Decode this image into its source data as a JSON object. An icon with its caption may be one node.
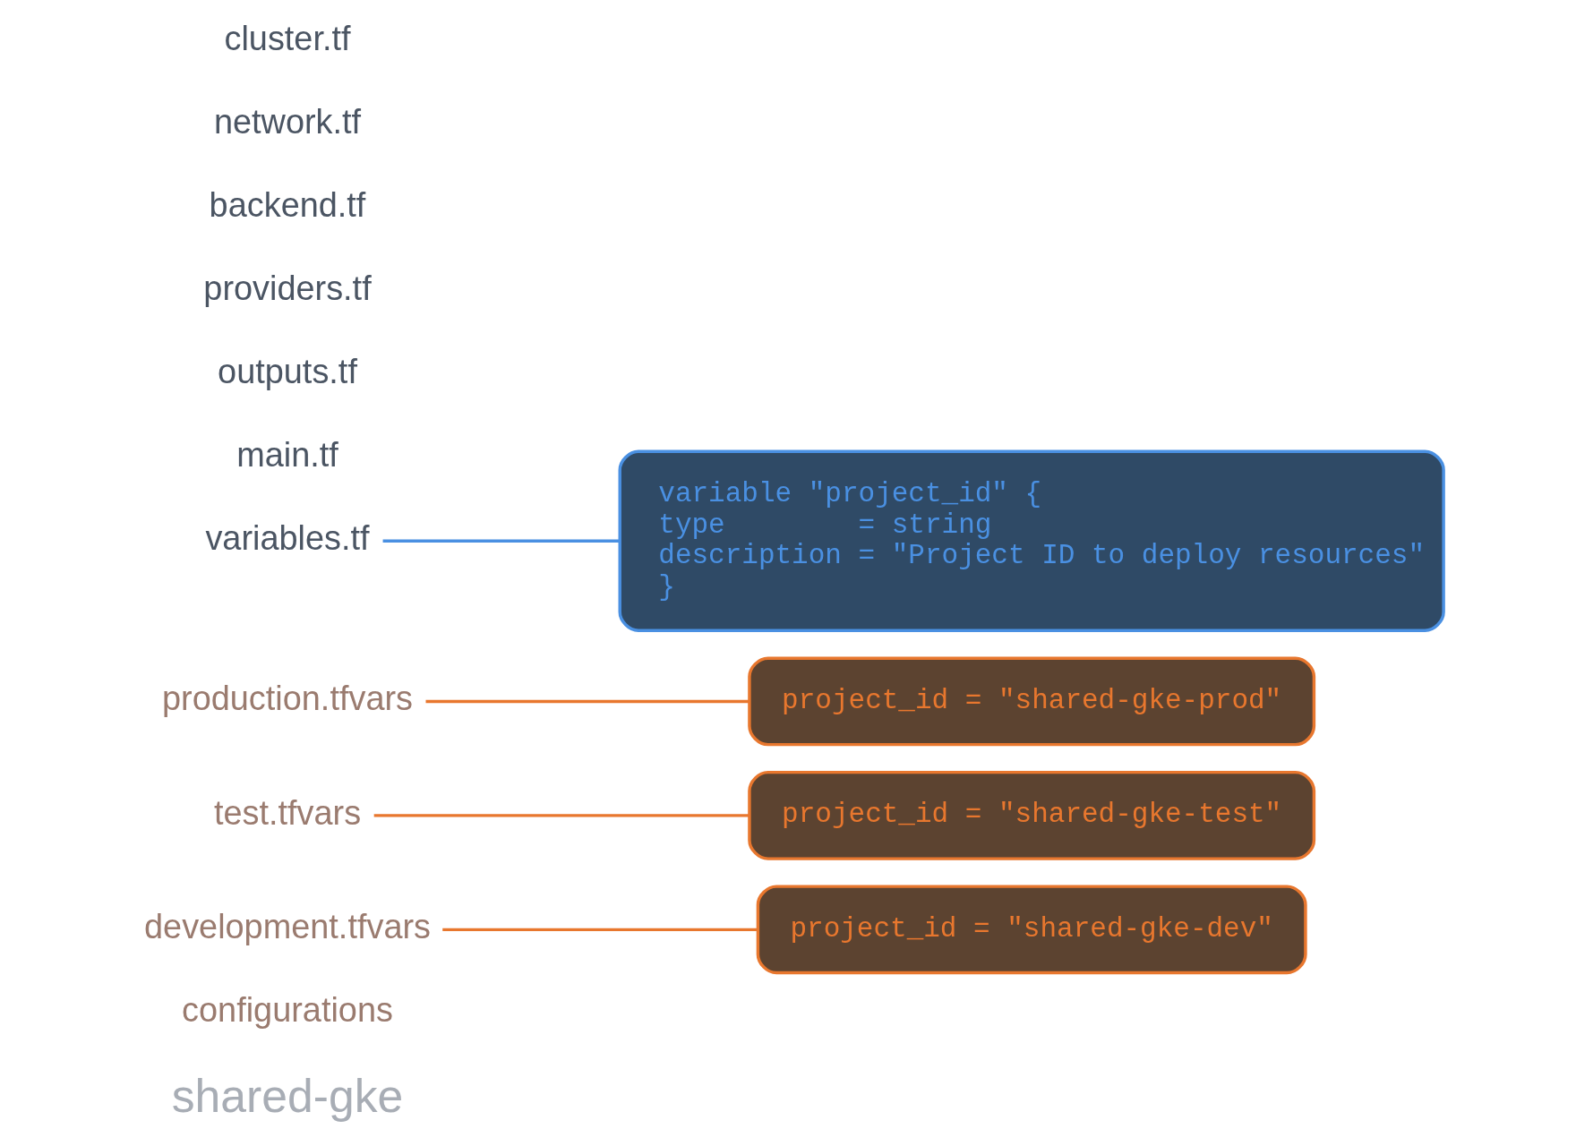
{
  "diagram": {
    "nodes": [
      {
        "text": [
          "shared-gke"
        ]
      },
      {
        "text": [
          "configurations"
        ]
      },
      {
        "text": [
          "development.tfvars"
        ]
      },
      {
        "text": [
          "test.tfvars"
        ]
      },
      {
        "text": [
          "production.tfvars"
        ]
      },
      {
        "text": [
          "variables.tf"
        ]
      },
      {
        "text": [
          "main.tf"
        ]
      },
      {
        "text": [
          "outputs.tf"
        ]
      },
      {
        "text": [
          "providers.tf"
        ]
      },
      {
        "text": [
          "backend.tf"
        ]
      },
      {
        "text": [
          "network.tf"
        ]
      },
      {
        "text": [
          "cluster.tf"
        ]
      },
      {
        "text": [
          "project_id = \"shared-gke-dev\""
        ]
      },
      {
        "text": [
          "project_id = \"shared-gke-test\""
        ]
      },
      {
        "text": [
          "project_id = \"shared-gke-prod\""
        ]
      },
      {
        "text": [
          "variable \"project_id\" {",
          "type        = string",
          "description = \"Project ID to deploy resources\"",
          "}"
        ]
      }
    ],
    "edges": [
      {
        "from": 2,
        "to": 12,
        "arrow": "none"
      },
      {
        "from": 3,
        "to": 13,
        "arrow": "none"
      },
      {
        "from": 4,
        "to": 14,
        "arrow": "none"
      },
      {
        "from": 5,
        "to": 15,
        "arrow": "none",
        "color": "#4a90e2"
      }
    ]
  }
}
